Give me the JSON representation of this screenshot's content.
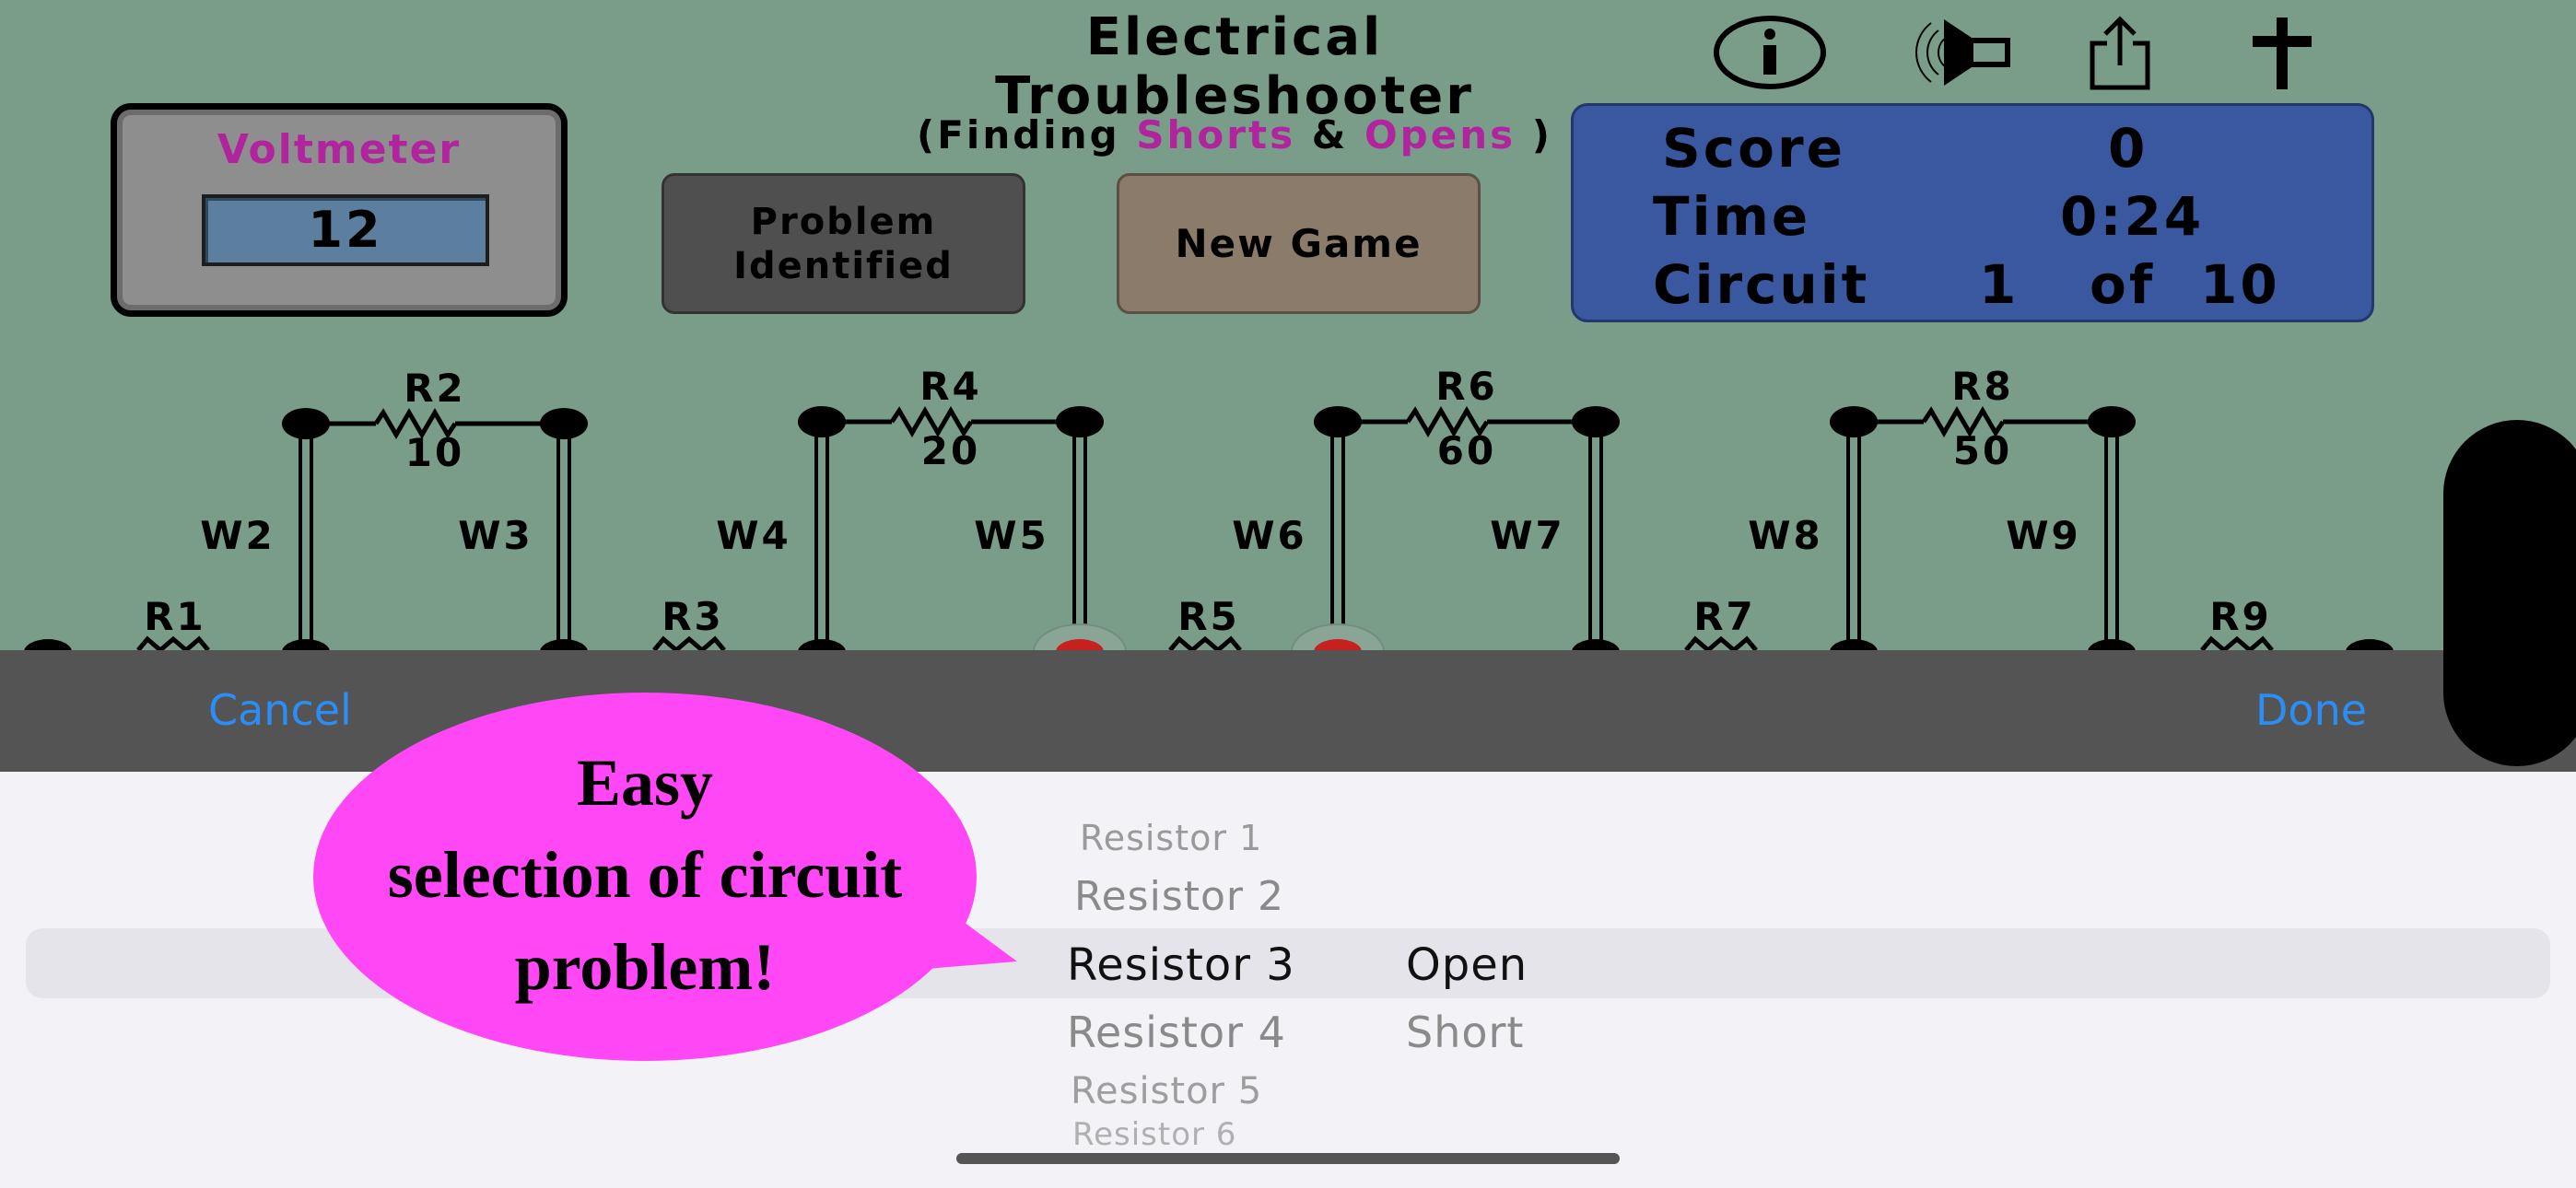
{
  "header": {
    "title_line1": "Electrical",
    "title_line2": "Troubleshooter",
    "subtitle_open": "(Finding",
    "subtitle_shorts": "Shorts",
    "subtitle_amp": "&",
    "subtitle_opens": "Opens",
    "subtitle_close": ")"
  },
  "toolbar": {
    "info_icon": "info-icon",
    "sound_icon": "speaker-icon",
    "share_icon": "share-icon",
    "cross_icon": "cross-icon"
  },
  "voltmeter": {
    "label": "Voltmeter",
    "value": "12"
  },
  "buttons": {
    "problem_identified": "Problem Identified",
    "new_game": "New Game"
  },
  "score_panel": {
    "score_label": "Score",
    "score_value": "0",
    "time_label": "Time",
    "time_value": "0:24",
    "circuit_label": "Circuit",
    "circuit_current": "1",
    "circuit_of": "of",
    "circuit_total": "10"
  },
  "circuit": {
    "resistors": [
      {
        "name": "R1",
        "value": ""
      },
      {
        "name": "R2",
        "value": "10"
      },
      {
        "name": "R3",
        "value": ""
      },
      {
        "name": "R4",
        "value": "20"
      },
      {
        "name": "R5",
        "value": ""
      },
      {
        "name": "R6",
        "value": "60"
      },
      {
        "name": "R7",
        "value": ""
      },
      {
        "name": "R8",
        "value": "50"
      },
      {
        "name": "R9",
        "value": ""
      }
    ],
    "wires": [
      "W2",
      "W3",
      "W4",
      "W5",
      "W6",
      "W7",
      "W8",
      "W9"
    ]
  },
  "picker_bar": {
    "cancel": "Cancel",
    "done": "Done"
  },
  "picker": {
    "components": [
      "Resistor 1",
      "Resistor 2",
      "Resistor  3",
      "Resistor  4",
      "Resistor  5",
      "Resistor  6"
    ],
    "selected_component": "Resistor  3",
    "faults": [
      "Open",
      "Short"
    ],
    "selected_fault": "Open"
  },
  "callout": {
    "line1": "Easy",
    "line2": "selection of circuit",
    "line3": "problem!"
  },
  "colors": {
    "background": "#7a9d8a",
    "accent_magenta": "#b0249e",
    "link_blue": "#2b8ef6",
    "callout": "#ff47f5",
    "score_panel": "#3a589f"
  }
}
